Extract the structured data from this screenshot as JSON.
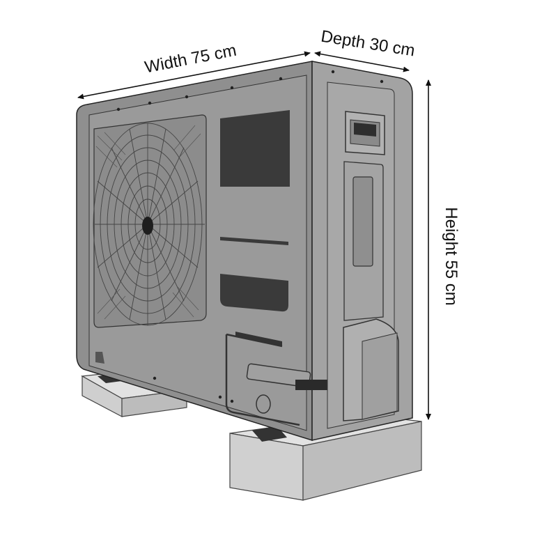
{
  "dimensions": {
    "width_label": "Width 75 cm",
    "depth_label": "Depth 30 cm",
    "height_label": "Height 55 cm"
  },
  "colors": {
    "cover_dark": "#222222",
    "panel_grey": "#9a9a9a",
    "front_grey": "#8f8f8f",
    "side_grey": "#a3a3a3",
    "top_grey": "#b4b4b4",
    "block_light": "#d4d4d4",
    "block_mid": "#bdbdbd",
    "panel_black": "#3a3a3a"
  }
}
